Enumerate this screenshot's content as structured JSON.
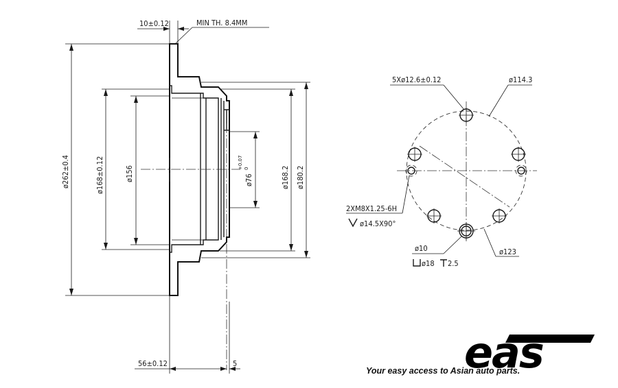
{
  "side_view": {
    "top_thickness": "10±0.12",
    "min_thickness": "MIN TH. 8.4MM",
    "outer_diameter": "ø262±0.4",
    "hat_outer_diameter": "ø168±0.12",
    "hat_inner_diameter": "ø156",
    "center_bore": "ø76",
    "center_bore_tol_upper": "+0.07",
    "center_bore_tol_lower": "0",
    "hat_diameter": "ø168.2",
    "hat_step_diameter": "ø180.2",
    "height": "56±0.12",
    "flange_thickness": "5"
  },
  "front_view": {
    "bolt_holes": "5Xø12.6±0.12",
    "pcd": "ø114.3",
    "thread": "2XM8X1.25-6H",
    "countersink": "ø14.5X90°",
    "pin_hole": "ø10",
    "counterbore": "ø18",
    "counterbore_depth": "2.5",
    "circle_123": "ø123"
  },
  "brand": {
    "logo": "eas",
    "tagline": "Your easy access to Asian auto parts."
  }
}
